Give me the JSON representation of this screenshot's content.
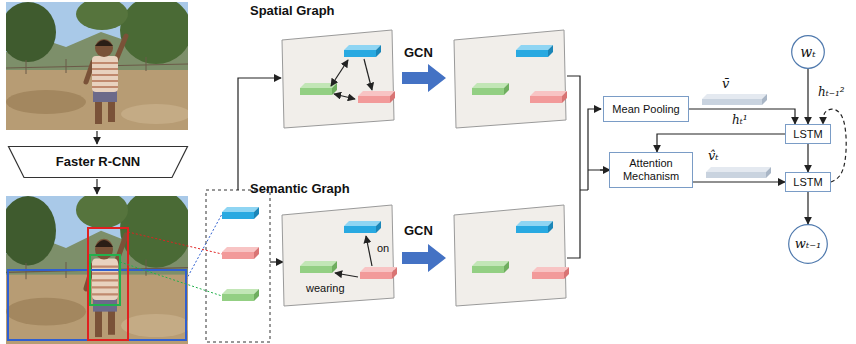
{
  "diagram": {
    "nodes": [
      {
        "text": [
          "Faster R-CNN"
        ]
      },
      {
        "text": [
          "Spatial Graph"
        ]
      },
      {
        "text": [
          "Semantic Graph"
        ]
      },
      {
        "text": [
          "Mean Pooling"
        ]
      },
      {
        "text": [
          "Attention Mechanism"
        ]
      },
      {
        "text": [
          "wₜ"
        ]
      },
      {
        "text": [
          "LSTM"
        ]
      },
      {
        "text": [
          "LSTM"
        ]
      },
      {
        "text": [
          "wₜ₋₁"
        ]
      }
    ],
    "edges": [
      {
        "from": 3,
        "to": 6,
        "arrow": "to"
      },
      {
        "from": 5,
        "to": 6,
        "arrow": "to"
      },
      {
        "from": 6,
        "to": 4,
        "label": "hₜ¹",
        "arrow": "to"
      },
      {
        "from": 4,
        "to": 7,
        "arrow": "to"
      },
      {
        "from": 6,
        "to": 7,
        "arrow": "to"
      },
      {
        "from": 7,
        "to": 8,
        "arrow": "to"
      },
      {
        "from": 7,
        "to": 6,
        "label": "hₜ₋₁²",
        "arrow": "to"
      }
    ],
    "labels": [
      "GCN",
      "GCN",
      "on",
      "wearing",
      "v̄",
      "v̂ₜ"
    ]
  }
}
